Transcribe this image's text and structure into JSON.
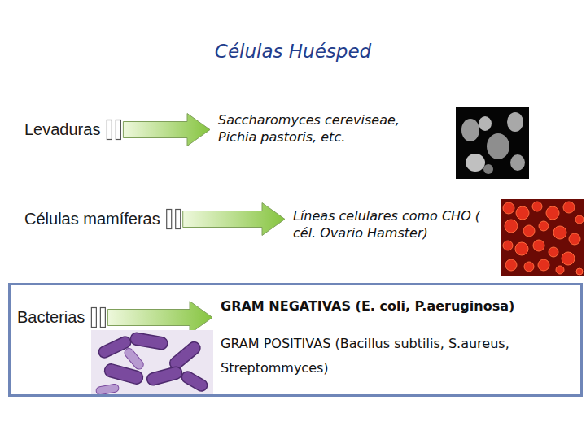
{
  "diagram": {
    "title": "Células Huésped",
    "nodes": [
      {
        "text": [
          "Levaduras"
        ]
      },
      {
        "text": [
          "Saccharomyces cereviseae, Pichia pastoris, etc."
        ]
      },
      {
        "text": [
          "Células mamíferas"
        ]
      },
      {
        "text": [
          "Líneas celulares como CHO ( cél. Ovario Hamster)"
        ]
      },
      {
        "text": []
      },
      {
        "text": [
          "Bacterias"
        ],
        "in": 4
      },
      {
        "text": [
          "GRAM NEGATIVAS (E. coli, P.aeruginosa)",
          "GRAM POSITIVAS (Bacillus subtilis, S.aureus, Streptommyces)"
        ],
        "in": 4
      }
    ],
    "edges": [
      {
        "from": 0,
        "to": 1,
        "arrow": "to"
      },
      {
        "from": 2,
        "to": 3,
        "arrow": "to"
      },
      {
        "from": 5,
        "to": 6,
        "arrow": "to"
      }
    ]
  }
}
